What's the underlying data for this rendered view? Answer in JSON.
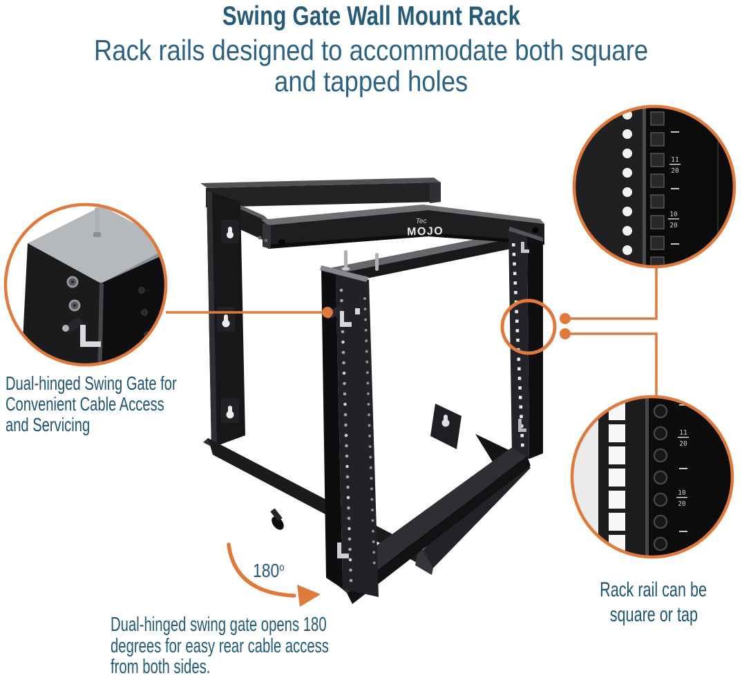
{
  "colors": {
    "accent_orange": "#E0793C",
    "title_blue": "#265B78",
    "body_blue": "#1E5470",
    "rack_black": "#1C1C1F"
  },
  "header": {
    "title": "Swing Gate Wall Mount Rack",
    "subtitle_lines": [
      "Rack rails designed to accommodate both square",
      "and tapped holes"
    ]
  },
  "brand": {
    "line1": "Tec",
    "line2": "MOJO"
  },
  "callout_left": {
    "lines": [
      "Dual-hinged Swing Gate for",
      "Convenient Cable Access",
      "and Servicing"
    ]
  },
  "callout_bottom_right": {
    "lines": [
      "Rack rail can be",
      "square or tap"
    ]
  },
  "rail_marks": {
    "m1_top": "11",
    "m1_bot": "20",
    "m2_top": "10",
    "m2_bot": "20"
  },
  "rotation": {
    "angle": "180",
    "degree_symbol": "o",
    "lines": [
      "Dual-hinged swing gate opens 180",
      "degrees for easy rear cable access",
      "from both sides."
    ]
  }
}
